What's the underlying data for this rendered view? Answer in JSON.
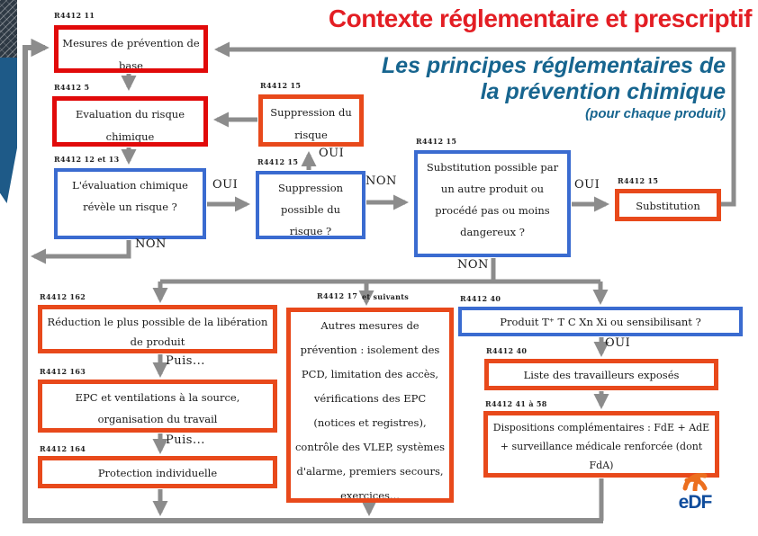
{
  "slide": {
    "title": "Contexte réglementaire et prescriptif",
    "subtitle_line1": "Les principes réglementaires de",
    "subtitle_line2": "la prévention chimique",
    "subtitle_note": "(pour chaque produit)"
  },
  "colors": {
    "title_red": "#e31e24",
    "subtitle_blue": "#17658f",
    "box_red": "#e10a0a",
    "box_orange": "#e8491b",
    "box_blue": "#3a6bd0",
    "wire_gray": "#8c8c8c",
    "edf_blue": "#0f4c9c",
    "edf_orange": "#ec6f1f"
  },
  "boxes": {
    "mesures": {
      "ref": "R4412 11",
      "text": "Mesures de prévention de base"
    },
    "evaluation": {
      "ref": "R4412 5",
      "text": "Evaluation du risque chimique"
    },
    "suppression_risque": {
      "ref": "R4412 15",
      "text": "Suppression du risque"
    },
    "evaluation_question": {
      "ref": "R4412 12 et 13",
      "text": "L'évaluation chimique révèle un risque ?"
    },
    "suppression_question": {
      "ref": "R4412 15",
      "text": "Suppression possible du risque ?"
    },
    "substitution_question": {
      "ref": "R4412 15",
      "text": "Substitution possible par un autre produit ou procédé pas ou moins dangereux ?"
    },
    "substitution": {
      "ref": "R4412 15",
      "text": "Substitution"
    },
    "reduction": {
      "ref": "R4412 162",
      "text": "Réduction le plus possible de la libération de produit"
    },
    "epc": {
      "ref": "R4412 163",
      "text": "EPC et ventilations à la source, organisation du travail"
    },
    "protection": {
      "ref": "R4412 164",
      "text": "Protection individuelle"
    },
    "autres": {
      "ref": "R4412 17",
      "ref2": "et suivants",
      "text": "Autres mesures de prévention : isolement des PCD, limitation des accès, vérifications des EPC (notices et registres), contrôle des VLEP, systèmes d'alarme, premiers secours, exercices..."
    },
    "produit": {
      "ref": "R4412 40",
      "text": "Produit T⁺ T C Xn Xi ou sensibilisant ?"
    },
    "liste": {
      "ref": "R4412 40",
      "text": "Liste des travailleurs exposés"
    },
    "dispositions": {
      "ref": "R4412 41 à 58",
      "text": "Dispositions complémentaires : FdE + AdE + surveillance médicale renforcée (dont FdA)"
    }
  },
  "connector_labels": {
    "oui": "OUI",
    "non": "NON",
    "puis": "Puis..."
  },
  "logo": {
    "text": "eDF"
  }
}
